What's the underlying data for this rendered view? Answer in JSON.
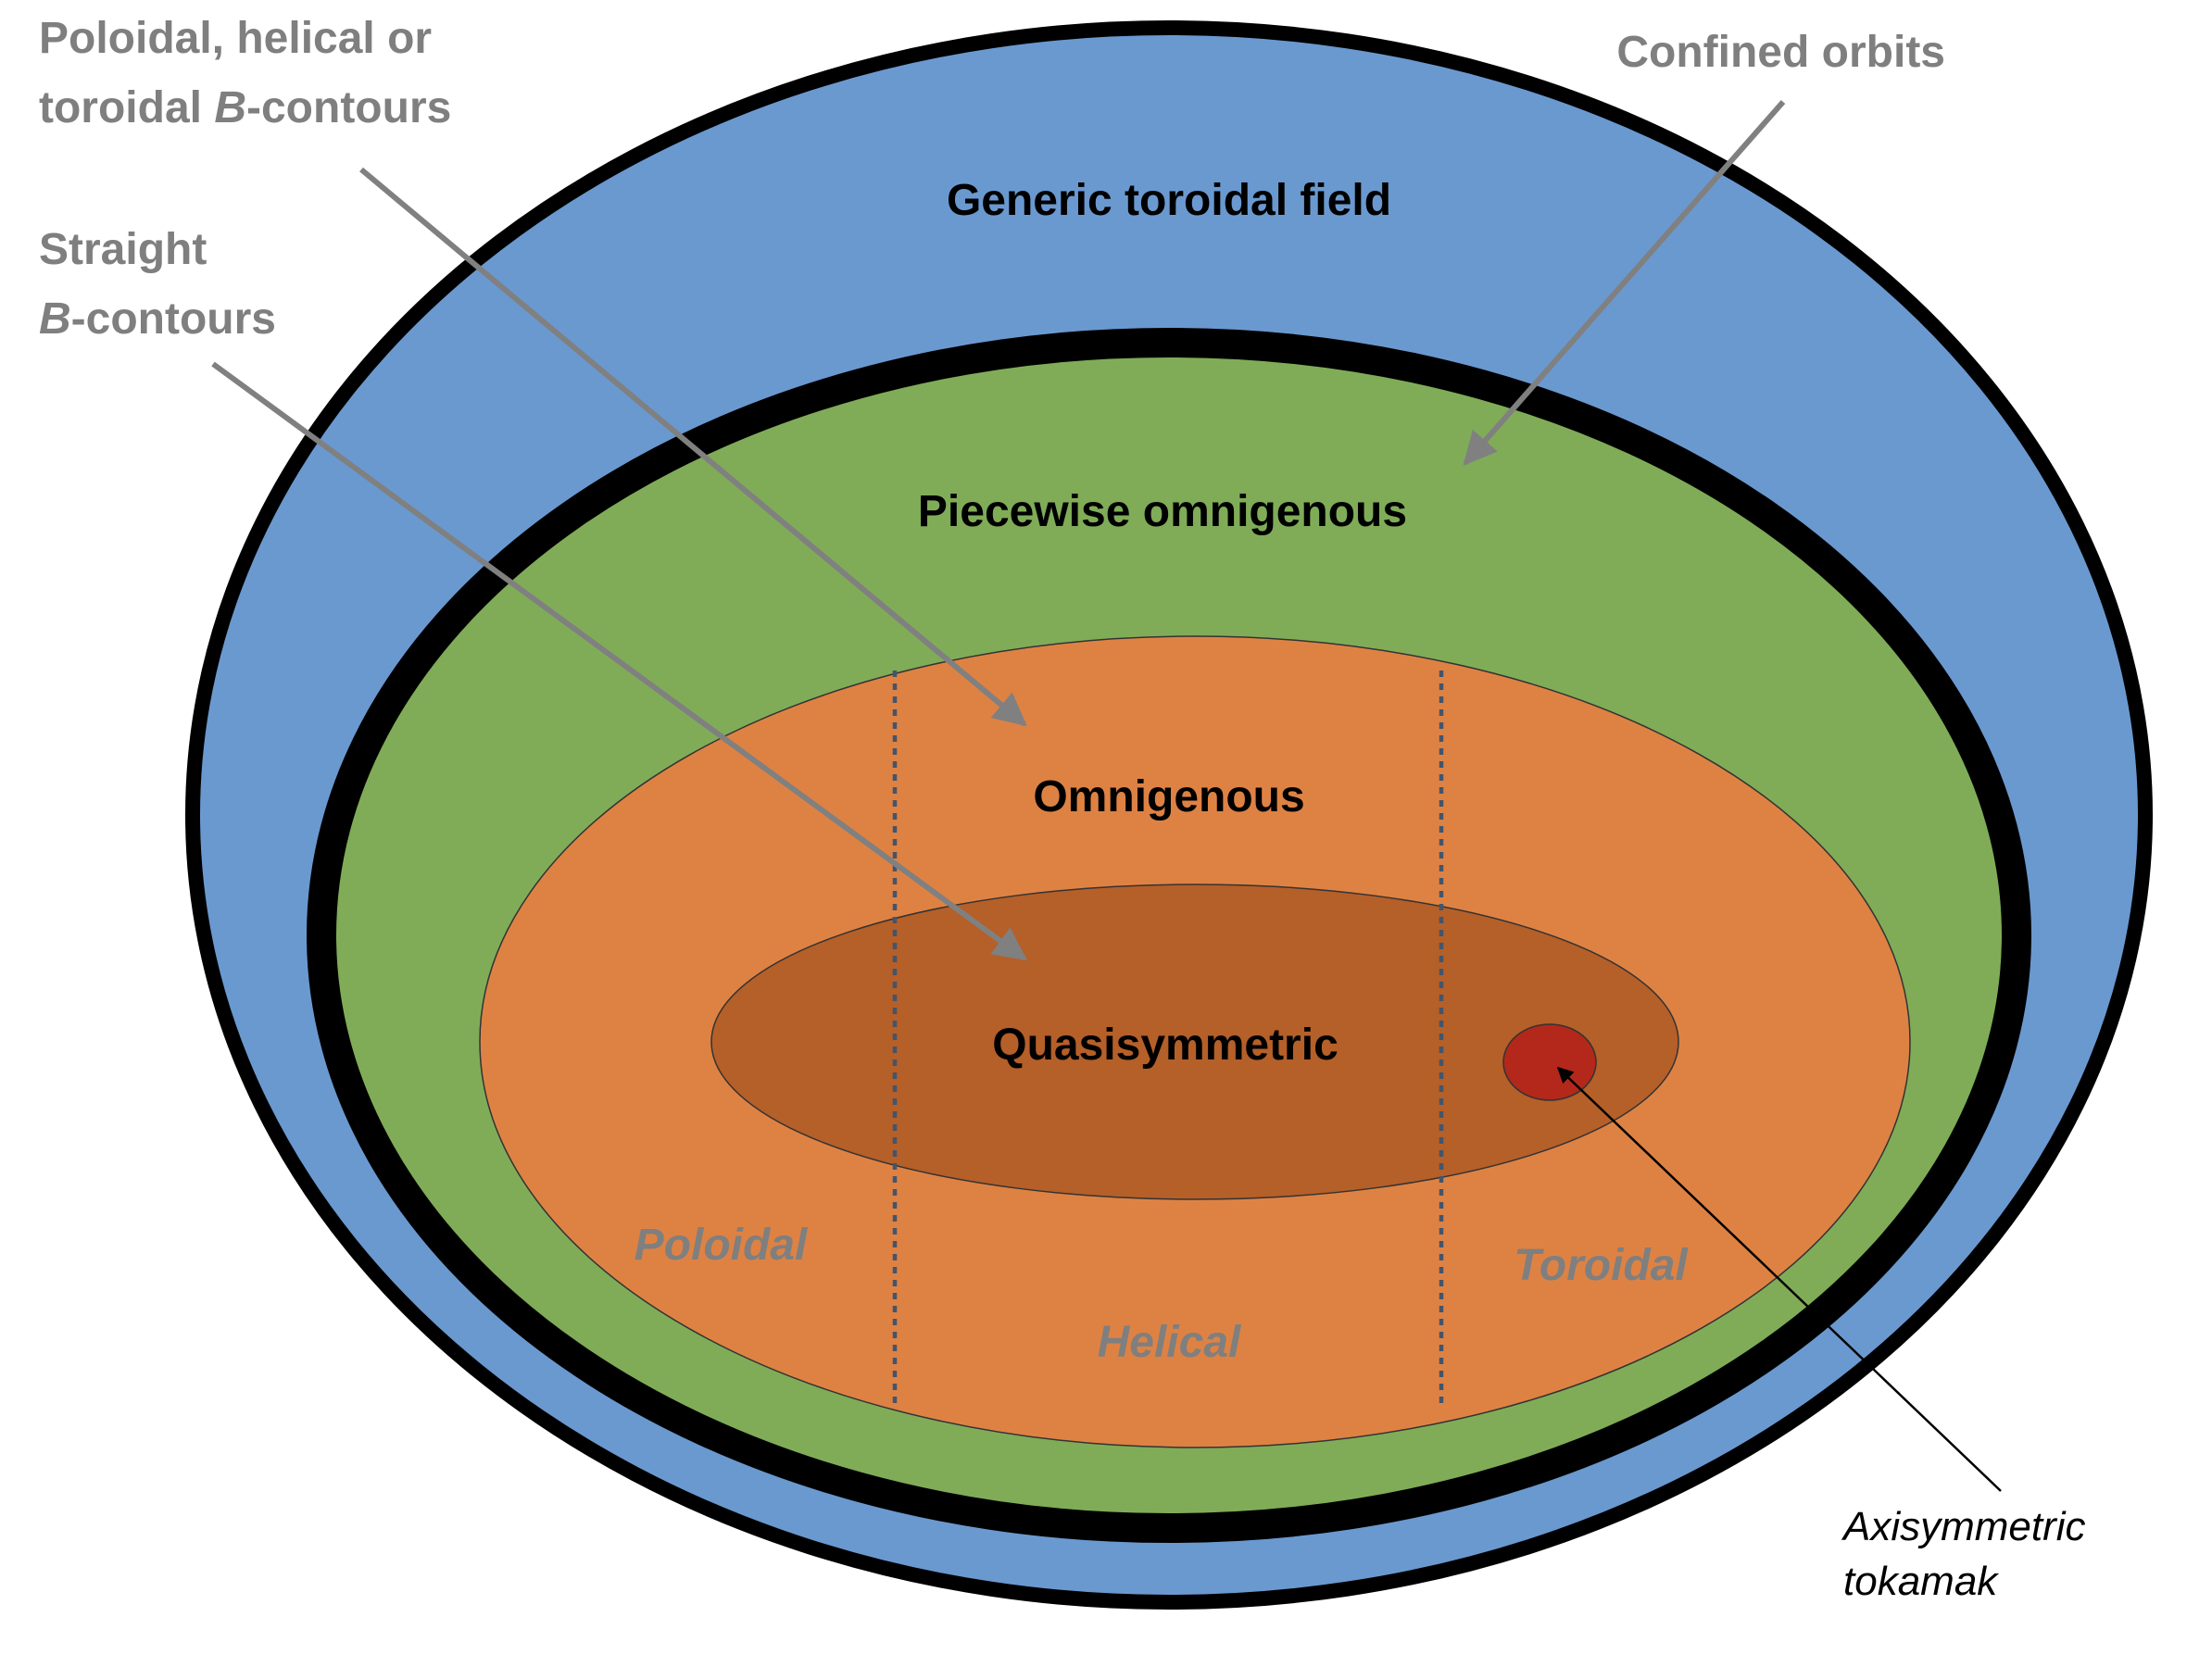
{
  "regions": {
    "generic": "Generic toroidal field",
    "piecewise": "Piecewise omnigenous",
    "omnigenous": "Omnigenous",
    "quasisymmetric": "Quasisymmetric"
  },
  "sectors": {
    "poloidal": "Poloidal",
    "helical": "Helical",
    "toroidal": "Toroidal"
  },
  "callouts": {
    "confined": "Confined orbits",
    "contours_line1": "Poloidal, helical or",
    "contours_line2_pre": "toroidal ",
    "contours_line2_b": "B",
    "contours_line2_post": "-contours",
    "straight_line1": "Straight",
    "straight_line2_b": "B",
    "straight_line2_post": "-contours",
    "tokamak_line1": "Axisymmetric",
    "tokamak_line2": "tokamak"
  },
  "colors": {
    "generic": "#6a99d0",
    "piecewise": "#80ac58",
    "omnigenous": "#de8244",
    "quasisymmetric": "#b55f29",
    "tokamak": "#b3281a",
    "callout_text": "#7f7f7f"
  }
}
